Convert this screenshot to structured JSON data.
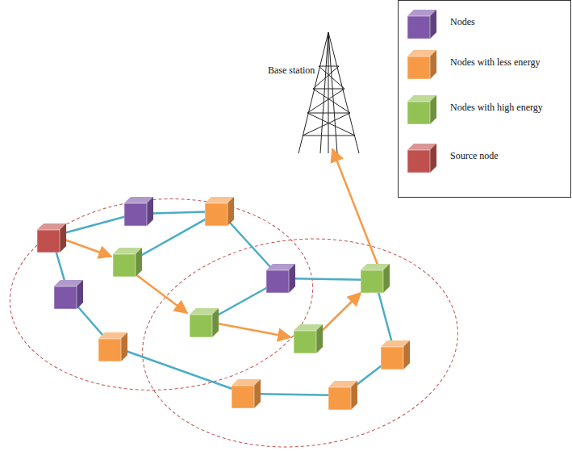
{
  "diagram": {
    "labels": [
      "Base station"
    ],
    "legend": [
      {
        "text": "Nodes",
        "color": "#7e57a8"
      },
      {
        "text": "Nodes with less energy",
        "color": "#f79a46"
      },
      {
        "text": "Nodes with high energy",
        "color": "#93c254"
      },
      {
        "text": "Source node",
        "color": "#c0504d"
      }
    ]
  }
}
